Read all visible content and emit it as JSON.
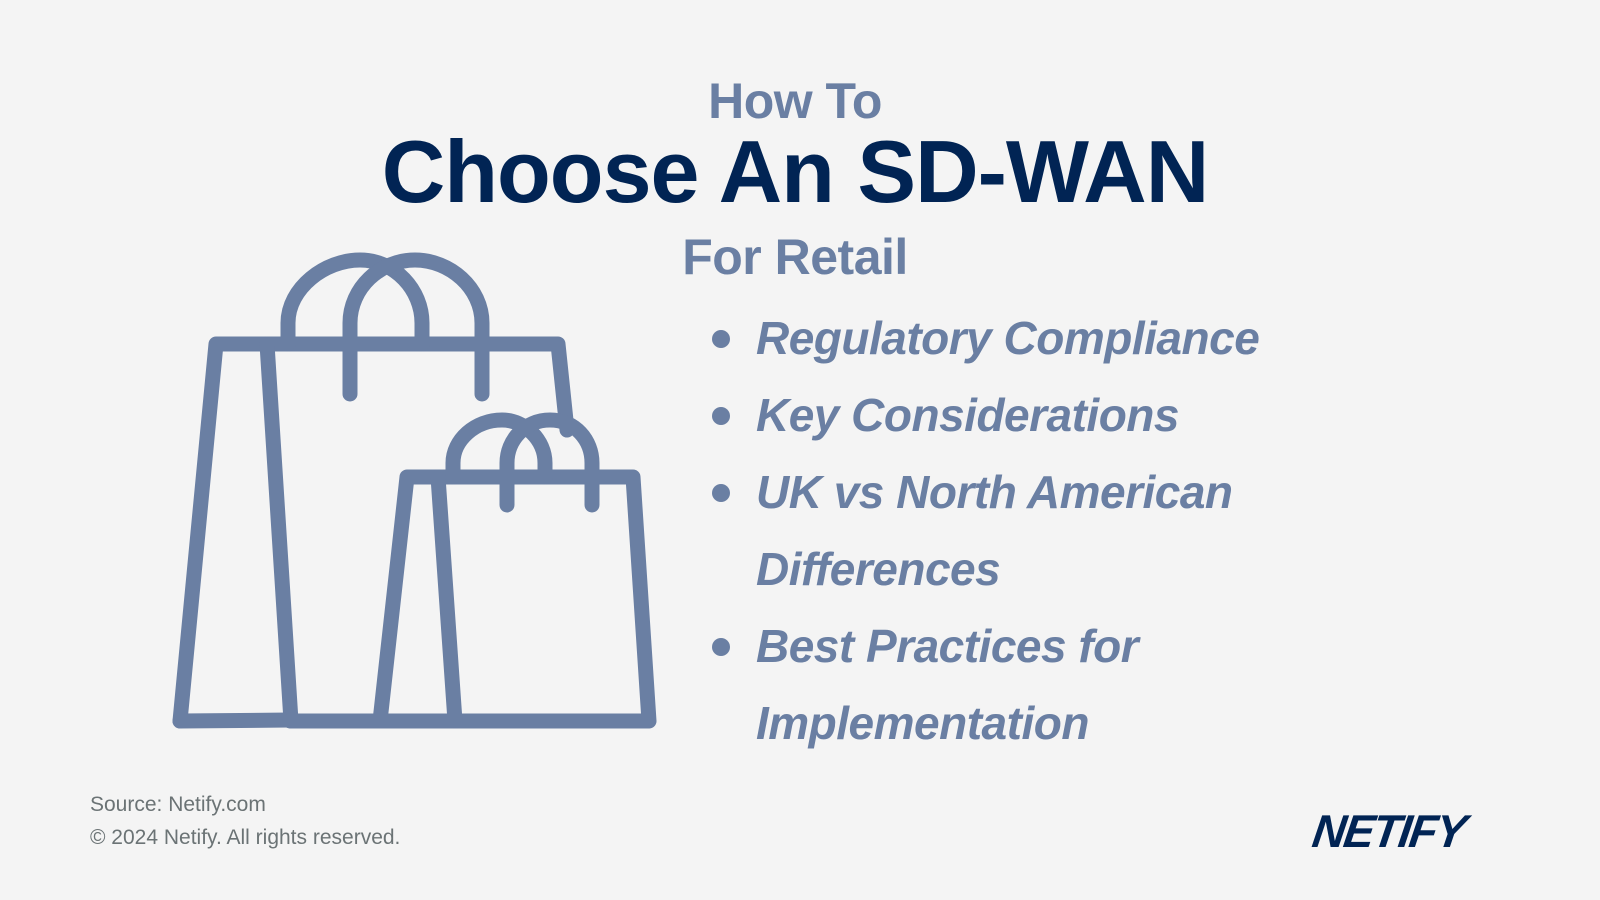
{
  "header": {
    "kicker": "How To",
    "title": "Choose An SD-WAN",
    "subtitle": "For Retail"
  },
  "illustration": {
    "icon": "shopping-bags-icon",
    "color": "#6a7fa3"
  },
  "bullets": [
    {
      "label": "Regulatory Compliance"
    },
    {
      "label": "Key Considerations"
    },
    {
      "label": "UK vs North American Differences"
    },
    {
      "label": "Best Practices for Implementation"
    }
  ],
  "footer": {
    "source": "Source: Netify.com",
    "copyright": "© 2024 Netify. All rights reserved."
  },
  "brand": {
    "logo_text": "NETIFY",
    "primary_color": "#012454",
    "accent_color": "#6a7fa3",
    "background": "#f4f4f4"
  }
}
